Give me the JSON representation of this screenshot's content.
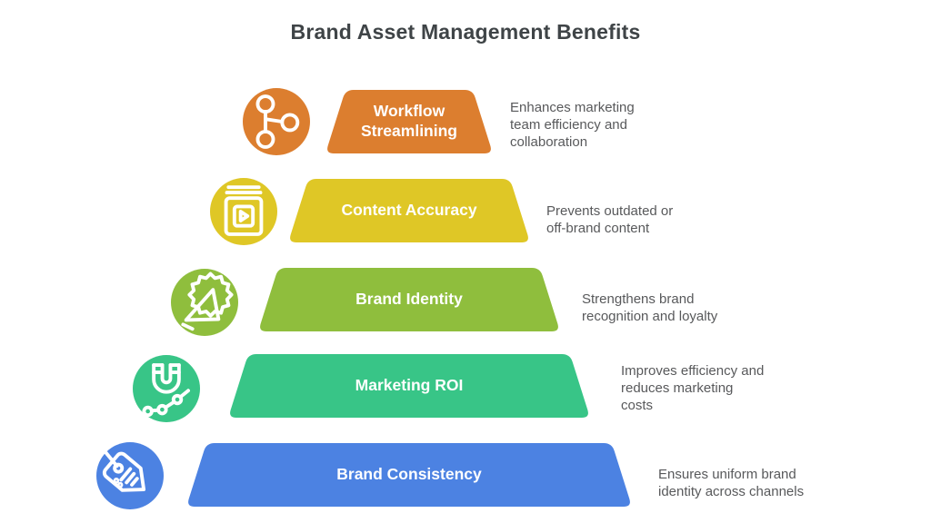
{
  "title": "Brand Asset Management Benefits",
  "colors": {
    "background": "#FFFFFF",
    "title_text": "#3F4447",
    "description_text": "#58595B",
    "tier_label_text": "#FFFFFF"
  },
  "tiers": [
    {
      "label": "Workflow Streamlining",
      "description": "Enhances marketing\nteam efficiency and\ncollaboration",
      "color": "#DC7E2F",
      "icon": "branch-nodes-icon"
    },
    {
      "label": "Content Accuracy",
      "description": "Prevents outdated or\noff-brand content",
      "color": "#DFC726",
      "icon": "video-book-icon"
    },
    {
      "label": "Brand Identity",
      "description": "Strengthens brand\nrecognition and loyalty",
      "color": "#8FBE3D",
      "icon": "megaphone-badge-icon"
    },
    {
      "label": "Marketing ROI",
      "description": "Improves efficiency and\nreduces marketing\ncosts",
      "color": "#38C587",
      "icon": "magnet-chart-icon"
    },
    {
      "label": "Brand Consistency",
      "description": "Ensures uniform brand\nidentity across channels",
      "color": "#4C82E2",
      "icon": "price-tag-icon"
    }
  ]
}
